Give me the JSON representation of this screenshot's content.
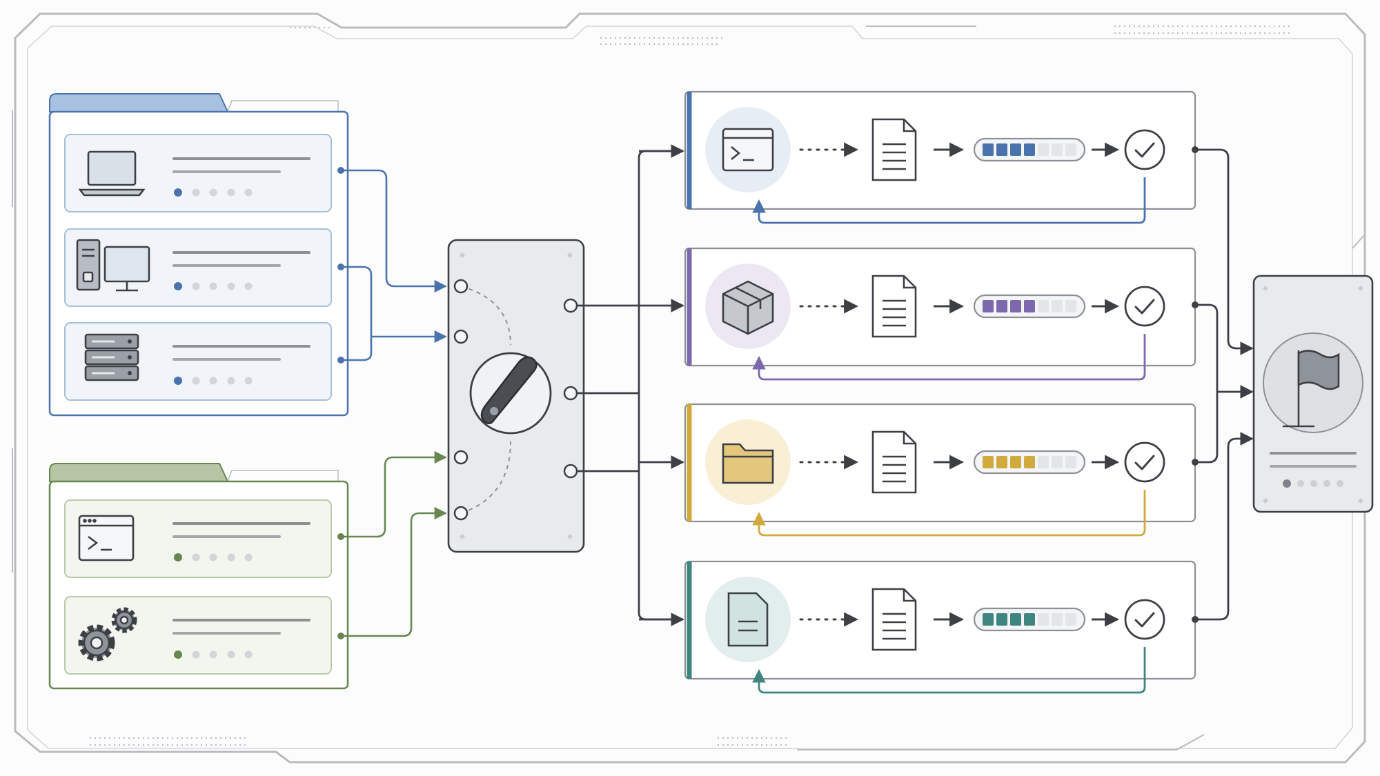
{
  "colors": {
    "frame": "#b9bbbf",
    "ink": "#3c3f44",
    "blue": "#4a73ad",
    "green": "#68864f",
    "purple": "#7c68ad",
    "gold": "#d0aa3c",
    "teal": "#3e8580",
    "panel_fill": "#e9eaec"
  },
  "sources": {
    "group_a": {
      "accent": "blue",
      "items": [
        {
          "icon": "laptop-icon",
          "progress_dots": 5,
          "active_dot": 1
        },
        {
          "icon": "desktop-computer-icon",
          "progress_dots": 5,
          "active_dot": 1
        },
        {
          "icon": "server-rack-icon",
          "progress_dots": 5,
          "active_dot": 1
        }
      ]
    },
    "group_b": {
      "accent": "green",
      "items": [
        {
          "icon": "terminal-icon",
          "progress_dots": 5,
          "active_dot": 1
        },
        {
          "icon": "gears-icon",
          "progress_dots": 5,
          "active_dot": 1
        }
      ]
    }
  },
  "switch_panel": {
    "icon": "rotary-switch-icon",
    "input_ports": 4,
    "output_ports": 3
  },
  "pipelines": [
    {
      "icon": "terminal-icon",
      "accent": "blue",
      "progress": 0.57,
      "status_icon": "check-circle-icon"
    },
    {
      "icon": "package-box-icon",
      "accent": "purple",
      "progress": 0.57,
      "status_icon": "check-circle-icon"
    },
    {
      "icon": "folder-icon",
      "accent": "gold",
      "progress": 0.57,
      "status_icon": "check-circle-icon"
    },
    {
      "icon": "document-icon",
      "accent": "teal",
      "progress": 0.57,
      "status_icon": "check-circle-icon"
    }
  ],
  "destination": {
    "icon": "flag-icon",
    "progress_dots": 5,
    "active_dot": 1
  }
}
